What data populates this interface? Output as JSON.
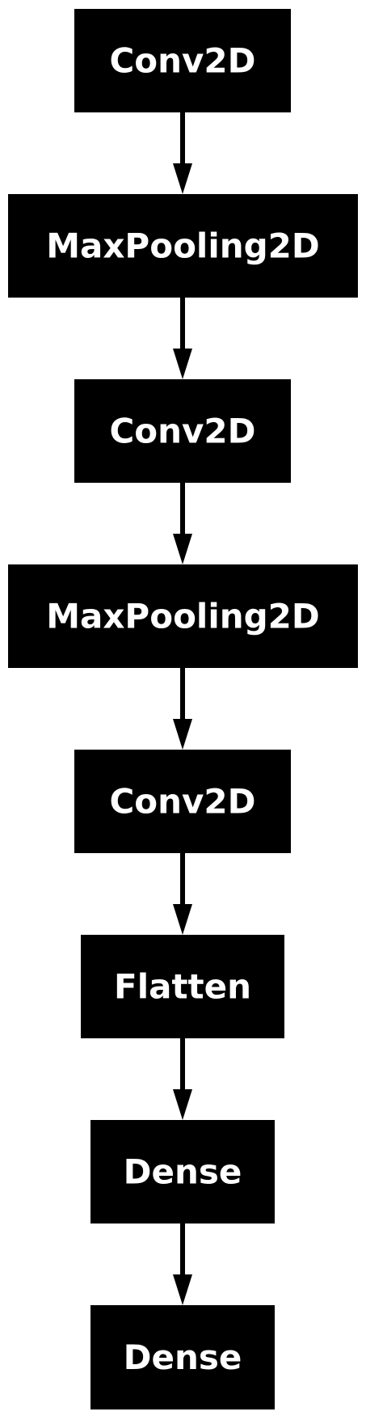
{
  "diagram": {
    "type": "flowchart",
    "direction": "top-to-bottom",
    "colors": {
      "node_fill": "#000000",
      "node_text": "#ffffff",
      "edge": "#000000",
      "background": "#ffffff"
    },
    "nodes": [
      {
        "id": "n0",
        "label": "Conv2D"
      },
      {
        "id": "n1",
        "label": "MaxPooling2D"
      },
      {
        "id": "n2",
        "label": "Conv2D"
      },
      {
        "id": "n3",
        "label": "MaxPooling2D"
      },
      {
        "id": "n4",
        "label": "Conv2D"
      },
      {
        "id": "n5",
        "label": "Flatten"
      },
      {
        "id": "n6",
        "label": "Dense"
      },
      {
        "id": "n7",
        "label": "Dense"
      }
    ],
    "edges": [
      {
        "from": "n0",
        "to": "n1"
      },
      {
        "from": "n1",
        "to": "n2"
      },
      {
        "from": "n2",
        "to": "n3"
      },
      {
        "from": "n3",
        "to": "n4"
      },
      {
        "from": "n4",
        "to": "n5"
      },
      {
        "from": "n5",
        "to": "n6"
      },
      {
        "from": "n6",
        "to": "n7"
      }
    ]
  }
}
